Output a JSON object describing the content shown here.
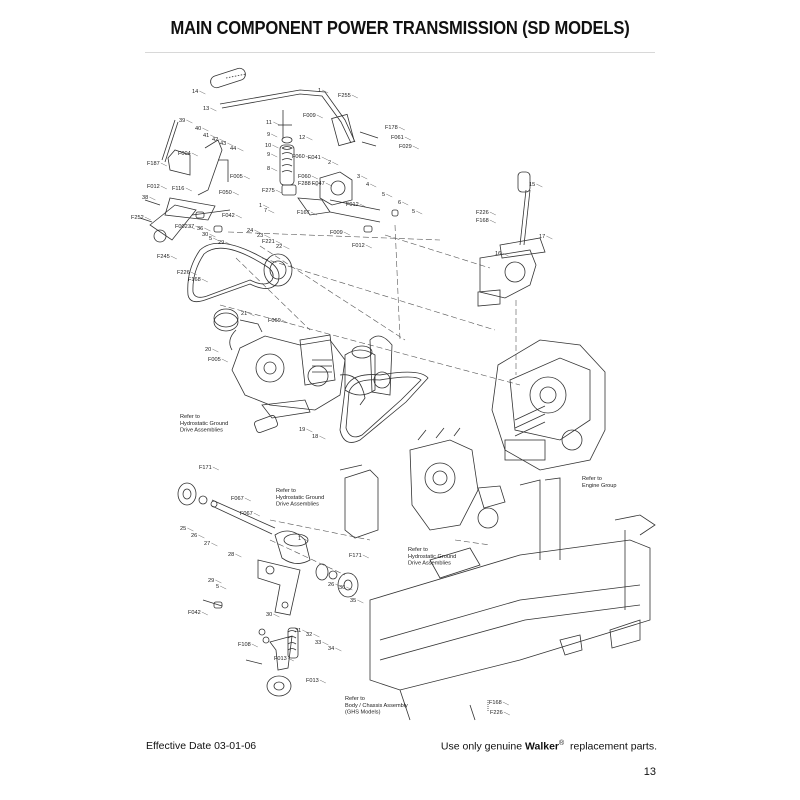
{
  "page": {
    "title": "MAIN COMPONENT POWER TRANSMISSION (SD MODELS)",
    "footer_left": "Effective Date 03-01-06",
    "footer_right_prefix": "Use only genuine",
    "footer_brand": "Walker",
    "footer_trademark": "®",
    "footer_right_suffix": "replacement parts.",
    "page_number": "13"
  },
  "diagram": {
    "part_labels": [
      "14",
      "13",
      "1",
      "F255",
      "11",
      "F009",
      "F178",
      "F061",
      "F029",
      "39",
      "40",
      "41",
      "42",
      "43",
      "44",
      "12",
      "9",
      "10",
      "9",
      "F060",
      "F041",
      "2",
      "8",
      "3",
      "4",
      "F187",
      "F004",
      "F012",
      "F116",
      "F050",
      "F005",
      "F275",
      "F060",
      "F288",
      "F047",
      "38",
      "F252",
      "F042",
      "F012",
      "5",
      "6",
      "5",
      "1",
      "7",
      "F167",
      "F009",
      "F012",
      "F002",
      "37",
      "36",
      "30",
      "5",
      "29",
      "24",
      "23",
      "F221",
      "22",
      "F245",
      "F226",
      "F168",
      "15",
      "F226",
      "F168",
      "17",
      "16",
      "21",
      "F069",
      "20",
      "F005",
      "19",
      "18",
      "F171",
      "F067",
      "F067",
      "25",
      "26",
      "27",
      "28",
      "1",
      "F171",
      "29",
      "5",
      "F042",
      "26",
      "36",
      "35",
      "30",
      "31",
      "32",
      "33",
      "34",
      "F108",
      "F013",
      "F013",
      "F168",
      "F226"
    ],
    "callouts": [
      "Refer to\nHydrostatic Ground\nDrive Assemblies",
      "Refer to\nEngine Group",
      "Refer to\nHydrostatic Ground\nDrive Assemblies",
      "Refer to\nHydrostatic Ground\nDrive Assemblies",
      "Refer to\nBody / Chassis Assembly\n(GHS Models)"
    ]
  }
}
